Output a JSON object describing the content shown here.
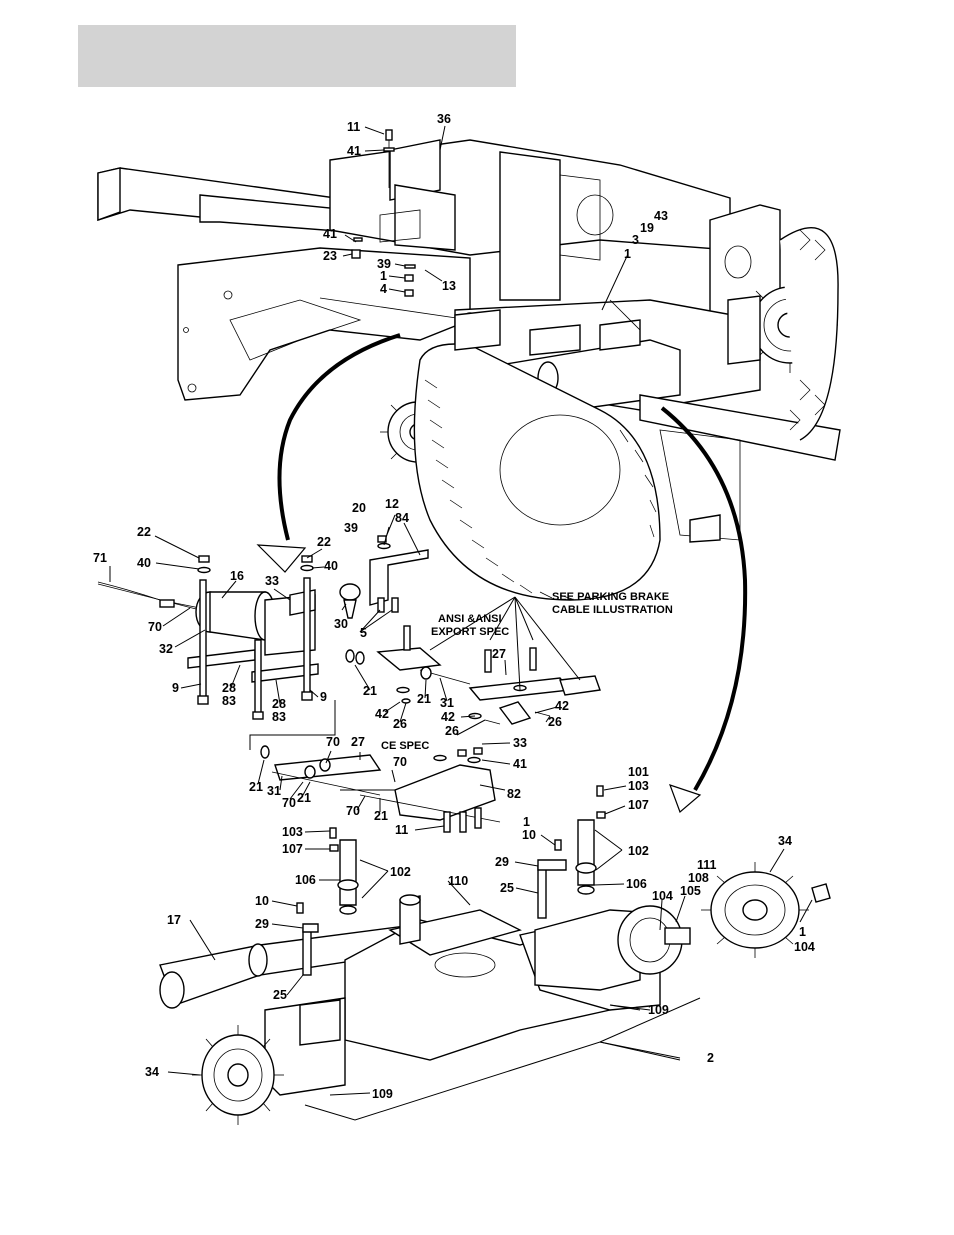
{
  "header": {
    "title_bar_color": "#d3d3d3"
  },
  "notes": {
    "see_parking_brake_1": "SEE PARKING BRAKE",
    "see_parking_brake_2": "CABLE ILLUSTRATION",
    "ansi_1": "ANSI &ANSI",
    "ansi_2": "EXPORT SPEC",
    "ce_spec": "CE SPEC"
  },
  "callouts": {
    "top_11": "11",
    "top_36": "36",
    "top_41a": "41",
    "top_41b": "41",
    "top_23": "23",
    "top_39": "39",
    "top_1a": "1",
    "top_4": "4",
    "top_13": "13",
    "top_43": "43",
    "top_19": "19",
    "top_3": "3",
    "top_1b": "1",
    "mid_22a": "22",
    "mid_40a": "40",
    "mid_71": "71",
    "mid_16": "16",
    "mid_70a": "70",
    "mid_32": "32",
    "mid_33a": "33",
    "mid_22b": "22",
    "mid_40b": "40",
    "mid_20": "20",
    "mid_12": "12",
    "mid_84": "84",
    "mid_39": "39",
    "mid_30": "30",
    "mid_5": "5",
    "mid_9a": "9",
    "mid_28a": "28",
    "mid_83a": "83",
    "mid_28b": "28",
    "mid_83b": "83",
    "mid_9b": "9",
    "mid_21a": "21",
    "mid_42a": "42",
    "mid_26a": "26",
    "mid_21b": "21",
    "mid_31a": "31",
    "mid_27a": "27",
    "mid_42b": "42",
    "mid_42c": "42",
    "mid_26b": "26",
    "mid_26c": "26",
    "ce_70a": "70",
    "ce_27": "27",
    "ce_33": "33",
    "ce_41": "41",
    "ce_70b": "70",
    "ce_21a": "21",
    "ce_31": "31",
    "ce_70c": "70",
    "ce_21b": "21",
    "ce_82": "82",
    "ce_70d": "70",
    "ce_21c": "21",
    "ce_11": "11",
    "ax_101": "101",
    "ax_103a": "103",
    "ax_107a": "107",
    "ax_1a": "1",
    "ax_10a": "10",
    "ax_102a": "102",
    "ax_103b": "103",
    "ax_107b": "107",
    "ax_106a": "106",
    "ax_102b": "102",
    "ax_29a": "29",
    "ax_25a": "25",
    "ax_110": "110",
    "ax_106b": "106",
    "ax_111": "111",
    "ax_108": "108",
    "ax_105": "105",
    "ax_104a": "104",
    "ax_34a": "34",
    "ax_1b": "1",
    "ax_104b": "104",
    "ax_10b": "10",
    "ax_29b": "29",
    "ax_17": "17",
    "ax_25b": "25",
    "ax_109a": "109",
    "ax_2": "2",
    "ax_34b": "34",
    "ax_109b": "109"
  }
}
